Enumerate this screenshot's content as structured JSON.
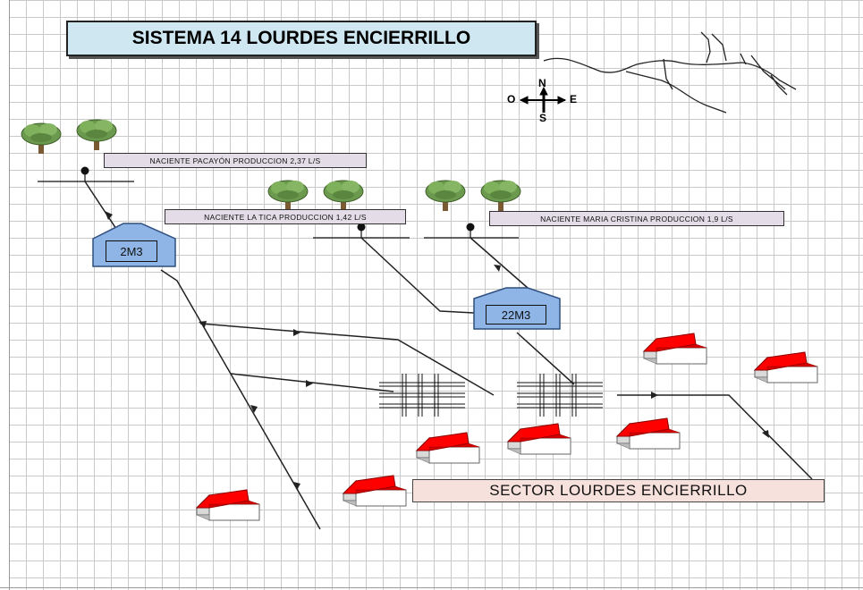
{
  "title": "SISTEMA 14 LOURDES ENCIERRILLO",
  "sources": {
    "pacayon": "NACIENTE PACAYÓN PRODUCCION 2,37 L/S",
    "la_tica": "NACIENTE LA TICA PRODUCCION 1,42 L/S",
    "maria_cristina": "NACIENTE MARIA CRISTINA  PRODUCCION 1,9 L/S"
  },
  "tanks": {
    "tank_1": "2M3",
    "tank_2": "22M3"
  },
  "sector": "SECTOR LOURDES ENCIERRILLO",
  "compass": {
    "north": "N",
    "south": "S",
    "east": "E",
    "west": "O"
  },
  "icons": [
    "tree-icon",
    "house-icon",
    "tank-icon",
    "street-grid-icon",
    "compass-icon",
    "location-map-icon"
  ],
  "colors": {
    "title_bg": "#cfe7f1",
    "label_bg": "#e4dde8",
    "tank_fill": "#8fb5e6",
    "sector_bg": "#f7e1dd",
    "roof_red": "#ff0000",
    "tree_green": "#6b9a4e"
  }
}
